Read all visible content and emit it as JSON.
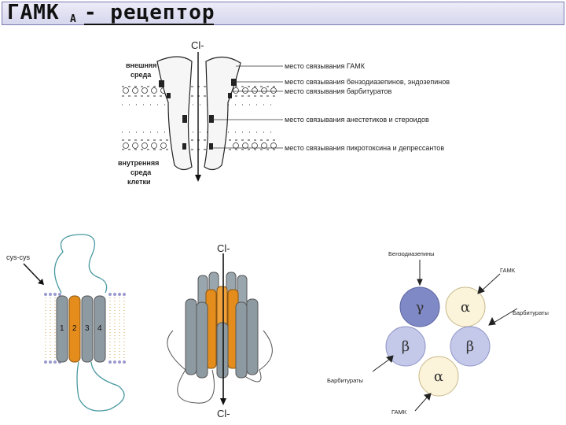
{
  "title": {
    "main": "ГАМК",
    "sub": "А",
    "rest": " - рецептор"
  },
  "top_diagram": {
    "ion_top": "Cl-",
    "outer_medium": [
      "внешняя",
      "среда"
    ],
    "inner_medium": [
      "внутренняя",
      "среда",
      "клетки"
    ],
    "sites": [
      "место связывания ГАМК",
      "место связывания бензодиазепинов, эндозепинов",
      "место связывания барбитуратов",
      "место связывания анестетиков и стероидов",
      "место связывания пикротоксина и депрессантов"
    ]
  },
  "left_diagram": {
    "label": "cys-cys",
    "helices": [
      "1",
      "2",
      "3",
      "4"
    ]
  },
  "middle_diagram": {
    "ion_top": "Cl-",
    "ion_bottom": "Cl-"
  },
  "right_diagram": {
    "labels": {
      "benzo": "Бензодиазепины",
      "gaba_top": "ГАМК",
      "barb_right": "Барбитураты",
      "barb_left": "Барбитураты",
      "gaba_bottom": "ГАМК"
    },
    "subunits": [
      {
        "symbol": "γ",
        "color": "#7f89c6"
      },
      {
        "symbol": "α",
        "color": "#fbf3da"
      },
      {
        "symbol": "β",
        "color": "#c4c9ea"
      },
      {
        "symbol": "β",
        "color": "#c4c9ea"
      },
      {
        "symbol": "α",
        "color": "#fbf3da"
      }
    ]
  }
}
